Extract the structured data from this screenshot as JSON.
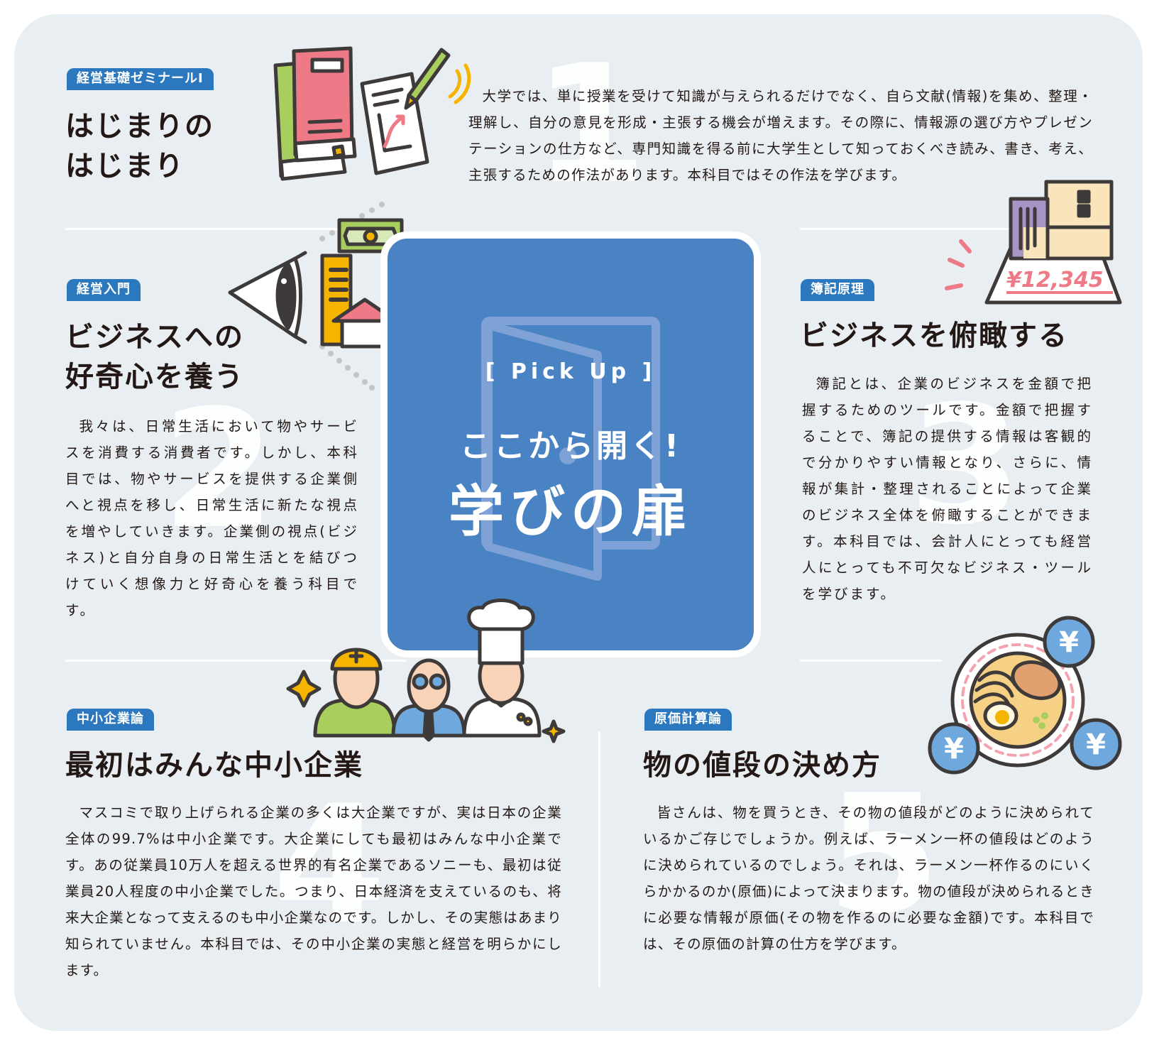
{
  "pickup": {
    "label": "[ Pick Up ]",
    "subtitle": "ここから開く!",
    "title": "学びの扉"
  },
  "sections": [
    {
      "number": "1",
      "tag": "経営基礎ゼミナールⅠ",
      "title_lines": [
        "はじまりの",
        "はじまり"
      ],
      "body": "大学では、単に授業を受けて知識が与えられるだけでなく、自ら文献(情報)を集め、整理・理解し、自分の意見を形成・主張する機会が増えます。その際に、情報源の選び方やプレゼンテーションの仕方など、専門知識を得る前に大学生として知っておくべき読み、書き、考え、主張するための作法があります。本科目ではその作法を学びます。",
      "illustration": "books-and-notepad-icon"
    },
    {
      "number": "2",
      "tag": "経営入門",
      "title_lines": [
        "ビジネスへの",
        "好奇心を養う"
      ],
      "body": "我々は、日常生活において物やサービスを消費する消費者です。しかし、本科目では、物やサービスを提供する企業側へと視点を移し、日常生活に新たな視点を増やしていきます。企業側の視点(ビジネス)と自分自身の日常生活とを結びつけていく想像力と好奇心を養う科目です。",
      "illustration": "eye-looking-at-business-icon"
    },
    {
      "number": "3",
      "tag": "簿記原理",
      "title_lines": [
        "ビジネスを俯瞰する"
      ],
      "body": "簿記とは、企業のビジネスを金額で把握するためのツールです。金額で把握することで、簿記の提供する情報は客観的で分かりやすい情報となり、さらに、情報が集計・整理されることによって企業のビジネス全体を俯瞰することができます。本科目では、会計人にとっても経営人にとっても不可欠なビジネス・ツールを学びます。",
      "illustration": "buildings-price-tag-icon",
      "price_label": "¥12,345"
    },
    {
      "number": "4",
      "tag": "中小企業論",
      "title_lines": [
        "最初はみんな中小企業"
      ],
      "body": "マスコミで取り上げられる企業の多くは大企業ですが、実は日本の企業全体の99.7%は中小企業です。大企業にしても最初はみんな中小企業です。あの従業員10万人を超える世界的有名企業であるソニーも、最初は従業員20人程度の中小企業でした。つまり、日本経済を支えているのも、将来大企業となって支えるのも中小企業なのです。しかし、その実態はあまり知られていません。本科目では、その中小企業の実態と経営を明らかにします。",
      "illustration": "three-workers-icon"
    },
    {
      "number": "5",
      "tag": "原価計算論",
      "title_lines": [
        "物の値段の決め方"
      ],
      "body": "皆さんは、物を買うとき、その物の値段がどのように決められているかご存じでしょうか。例えば、ラーメン一杯の値段はどのように決められているのでしょう。それは、ラーメン一杯作るのにいくらかかるのか(原価)によって決まります。物の値段が決められるときに必要な情報が原価(その物を作るのに必要な金額)です。本科目では、その原価の計算の仕方を学びます。",
      "illustration": "ramen-bowl-yen-icon",
      "yen_symbol": "¥"
    }
  ],
  "colors": {
    "panel_bg": "#e8eef1",
    "tag_bg": "#2b78bf",
    "pickup_bg": "#4a83c4",
    "text": "#231815",
    "accent_pink": "#ee7a88",
    "accent_yellow": "#f5b400",
    "accent_green": "#a8cf5e",
    "accent_lightblue": "#6ea8dc"
  }
}
